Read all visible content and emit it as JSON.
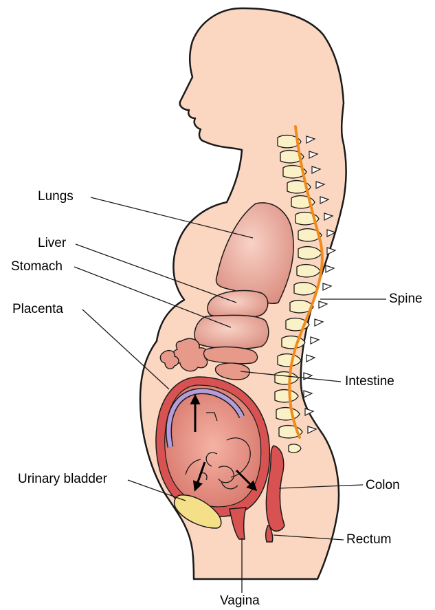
{
  "labels": {
    "lungs": "Lungs",
    "liver": "Liver",
    "stomach": "Stomach",
    "placenta": "Placenta",
    "urinary_bladder": "Urinary bladder",
    "spine": "Spine",
    "intestine": "Intestine",
    "colon": "Colon",
    "rectum": "Rectum",
    "vagina": "Vagina"
  },
  "colors": {
    "skin": "#fbd6c0",
    "organ": "#eba99e",
    "uterus_wall": "#d85252",
    "placenta": "#b39ddb",
    "bladder": "#f5e08a",
    "vertebra": "#faf1c6",
    "spinal_cord": "#f08c1e",
    "outline": "#1a1a1a"
  }
}
